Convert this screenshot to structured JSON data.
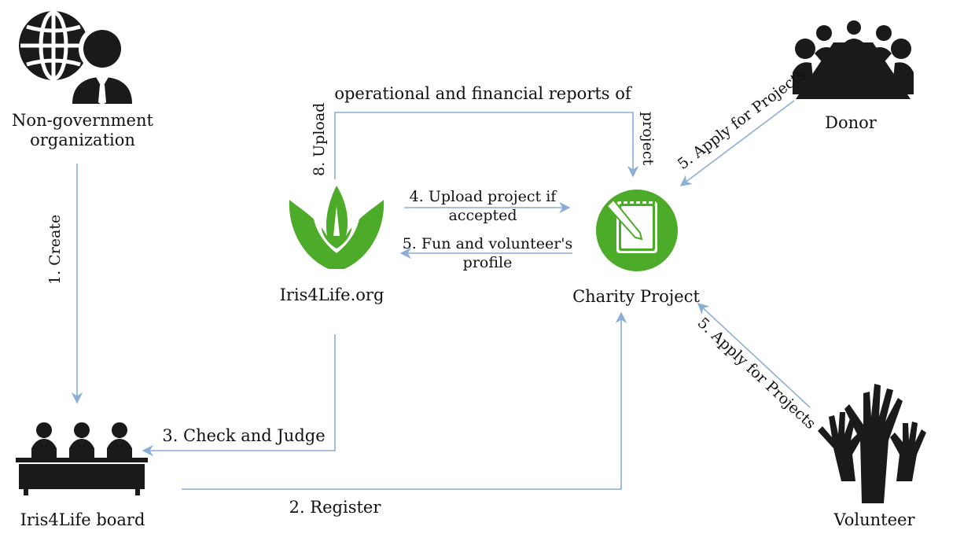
{
  "nodes": {
    "ngo": {
      "line1": "Non-government",
      "line2": "organization"
    },
    "donor": {
      "label": "Donor"
    },
    "iris_site": {
      "label": "Iris4Life.org"
    },
    "charity_project": {
      "label": "Charity Project"
    },
    "board": {
      "label": "Iris4Life board"
    },
    "volunteer": {
      "label": "Volunteer"
    }
  },
  "edges": {
    "create": "1. Create",
    "register": "2. Register",
    "check_judge": "3. Check and Judge",
    "upload_project_1": "4. Upload project if",
    "upload_project_2": "accepted",
    "fund_profile_1": "5. Fun and volunteer's",
    "fund_profile_2": "profile",
    "donor_apply": "5. Apply for Projects",
    "volunteer_apply": "5. Apply for Projects",
    "upload_reports_a": "8. Upload",
    "upload_reports_b": "operational and financial reports of",
    "upload_reports_c": "project"
  },
  "colors": {
    "arrow": "#8aaed6",
    "icon_dark": "#1a1a1a",
    "brand_green": "#4dab2a"
  },
  "icons": [
    "globe-person-icon",
    "meeting-table-icon",
    "lotus-logo-icon",
    "notepad-pencil-icon",
    "panel-board-icon",
    "raised-hands-icon"
  ]
}
